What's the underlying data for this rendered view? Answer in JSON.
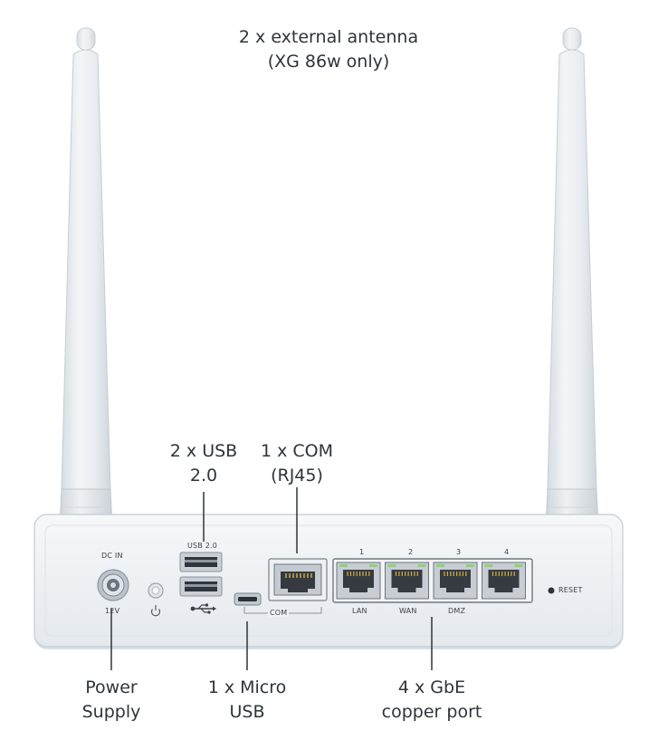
{
  "callouts": {
    "antenna": {
      "line1": "2 x external antenna",
      "line2": "(XG 86w only)"
    },
    "usb": {
      "line1": "2 x USB",
      "line2": "2.0"
    },
    "com": {
      "line1": "1 x COM",
      "line2": "(RJ45)"
    },
    "power": {
      "line1": "Power",
      "line2": "Supply"
    },
    "micro_usb": {
      "line1": "1 x Micro",
      "line2": "USB"
    },
    "gbe": {
      "line1": "4 x GbE",
      "line2": "copper port"
    }
  },
  "device_labels": {
    "dc_in": "DC IN",
    "voltage": "12V",
    "usb_version": "USB 2.0",
    "com": "COM",
    "reset": "RESET",
    "port_numbers": [
      "1",
      "2",
      "3",
      "4"
    ],
    "port_names": [
      "LAN",
      "WAN",
      "DMZ"
    ]
  },
  "colors": {
    "antenna": "#e6eaee",
    "chassis": "#f1f4f7",
    "port_body": "#d8dde2",
    "port_led": "#8fd17a",
    "callout_line": "#2e343b"
  }
}
